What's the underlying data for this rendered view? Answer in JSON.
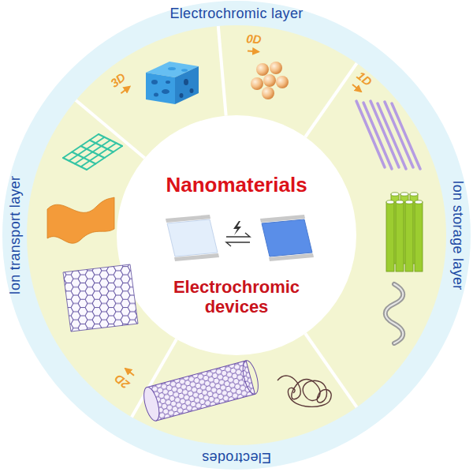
{
  "diagram": {
    "nodes": [
      {
        "text": [
          "Nanomaterials",
          "Electrochromic devices"
        ]
      }
    ],
    "labels": [
      "Electrochromic layer",
      "0D",
      "1D",
      "Ion storage layer",
      "Electrodes",
      "2D",
      "Ion transport layer",
      "3D"
    ]
  }
}
